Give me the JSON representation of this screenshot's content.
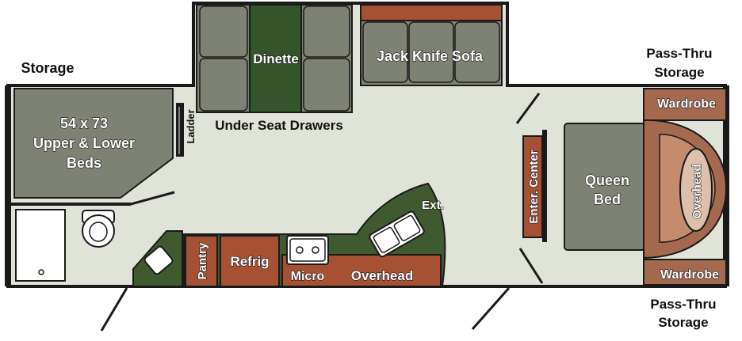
{
  "labels": {
    "storage_left": "Storage",
    "pass_thru_top_line1": "Pass-Thru",
    "pass_thru_top_line2": "Storage",
    "pass_thru_bottom_line1": "Pass-Thru",
    "pass_thru_bottom_line2": "Storage",
    "bunk_line1": "54 x 73",
    "bunk_line2": "Upper & Lower",
    "bunk_line3": "Beds",
    "ladder": "Ladder",
    "dinette": "Dinette",
    "under_seat_drawers": "Under Seat Drawers",
    "sofa": "Jack Knife Sofa",
    "ext": "Ext.",
    "pantry": "Pantry",
    "refrig": "Refrig",
    "micro": "Micro",
    "overhead_kitchen": "Overhead",
    "enter_center": "Enter. Center",
    "queen_line1": "Queen",
    "queen_line2": "Bed",
    "overhead_bedroom": "Overhead",
    "wardrobe_top": "Wardrobe",
    "wardrobe_bottom": "Wardrobe"
  },
  "colors": {
    "floor": "#dfe3d8",
    "wall": "#1a1a1a",
    "furniture_gray": "#7e8275",
    "dinette_green": "#34542b",
    "counter_green": "#3f5a2f",
    "cabinet_rust": "#a65034",
    "wardrobe_brown": "#a5694f",
    "fixture_white": "#ffffff"
  }
}
